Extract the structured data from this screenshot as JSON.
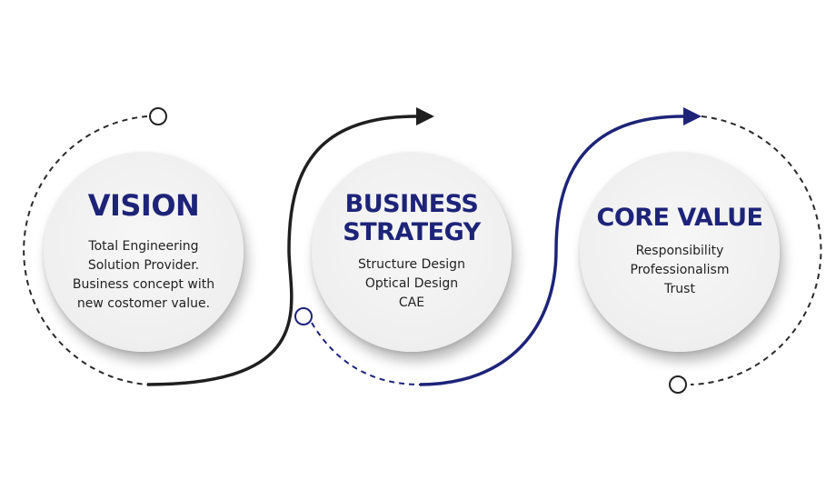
{
  "colors": {
    "navy": "#1d2478",
    "dark": "#1f1f1f",
    "circle_fill": "#f0f0f0"
  },
  "vision": {
    "title": "VISION",
    "lines": [
      "Total Engineering",
      "Solution Provider.",
      "Business concept with",
      "new costomer value."
    ]
  },
  "strategy": {
    "title_line1": "BUSINESS",
    "title_line2": "STRATEGY",
    "lines": [
      "Structure Design",
      "Optical Design",
      "CAE"
    ]
  },
  "core_value": {
    "title": "CORE VALUE",
    "lines": [
      "Responsibility",
      "Professionalism",
      "Trust"
    ]
  }
}
